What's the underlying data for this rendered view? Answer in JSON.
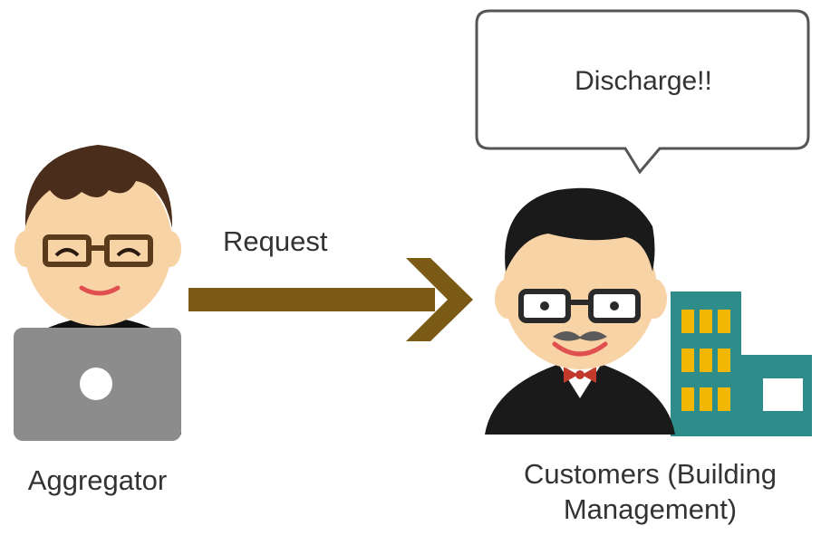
{
  "speech_bubble": {
    "text": "Discharge!!"
  },
  "arrow": {
    "label": "Request",
    "color": "#7a5a14"
  },
  "actors": [
    {
      "id": "aggregator",
      "label": "Aggregator"
    },
    {
      "id": "customer",
      "label": "Customers (Building Management)"
    }
  ],
  "colors": {
    "skin": "#f7d3a6",
    "hair": "#4a2d1a",
    "hair_customer": "#1a1a1a",
    "laptop": "#8c8c8c",
    "suit": "#1a1a1a",
    "bowtie": "#c0392b",
    "building": "#2e8c8a",
    "windows": "#f2b705"
  }
}
